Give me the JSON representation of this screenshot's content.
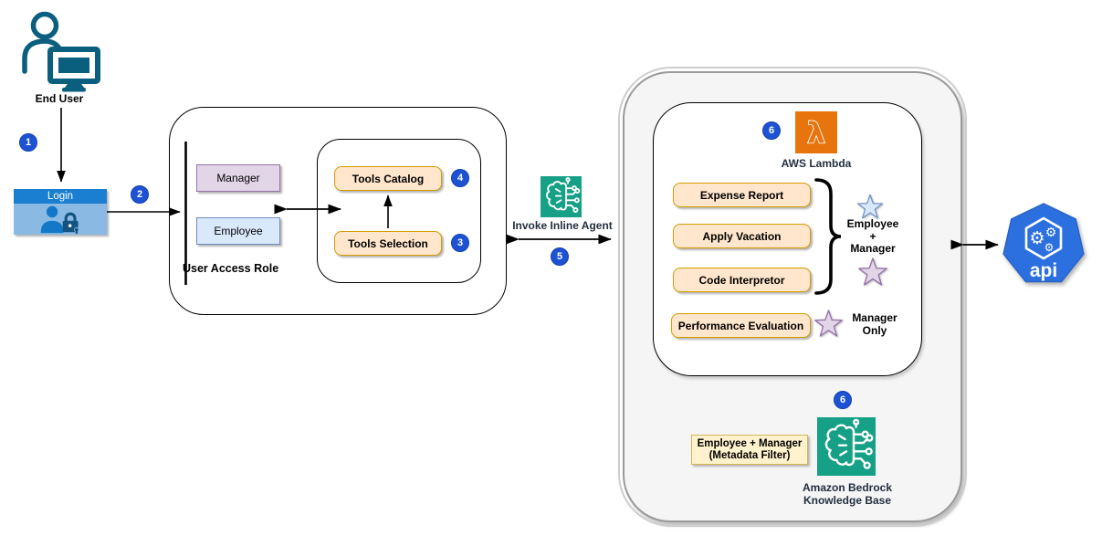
{
  "steps": {
    "s1": "1",
    "s2": "2",
    "s3": "3",
    "s4": "4",
    "s5": "5",
    "s6_lambda": "6",
    "s6_kb": "6"
  },
  "end_user": {
    "label": "End User"
  },
  "login": {
    "title": "Login"
  },
  "access": {
    "title": "User Access Role",
    "manager": "Manager",
    "employee": "Employee",
    "tools_catalog": "Tools Catalog",
    "tools_selection": "Tools Selection"
  },
  "invoke": {
    "label": "Invoke Inline Agent"
  },
  "lambda": {
    "title": "AWS Lambda",
    "tool_expense": "Expense Report",
    "tool_vacation": "Apply Vacation",
    "tool_code": "Code Interpretor",
    "both_roles_line1": "Employee",
    "both_roles_line2": "+",
    "both_roles_line3": "Manager",
    "tool_performance": "Performance Evaluation",
    "manager_only_line1": "Manager",
    "manager_only_line2": "Only"
  },
  "knowledge_base": {
    "filter_line1": "Employee + Manager",
    "filter_line2": "(Metadata Filter)",
    "title_line1": "Amazon Bedrock",
    "title_line2": "Knowledge Base"
  },
  "api": {
    "label": "api"
  },
  "icons": {
    "end_user": "person-at-monitor-icon",
    "login": "user-lock-icon",
    "invoke_agent": "bedrock-agent-icon",
    "lambda": "aws-lambda-icon",
    "knowledge_base": "bedrock-knowledge-base-icon",
    "api": "api-heptagon-icon",
    "employee_star": "blue-star-icon",
    "manager_star": "purple-star-icon"
  },
  "colors": {
    "badge_blue": "#1D52D3",
    "lambda_orange": "#E8740E",
    "bedrock_teal": "#16A085",
    "api_blue": "#2C70DF",
    "end_user_teal": "#0B5F7E",
    "manager_fill": "#E1D5E7",
    "manager_border": "#9673A6",
    "employee_fill": "#DAE8FC",
    "employee_border": "#6C8EBF",
    "tool_fill": "#FFE6CC",
    "tool_border": "#D79B00",
    "filter_fill": "#FFF2CC",
    "filter_border": "#D6B656",
    "login_header": "#1A7FD0",
    "login_body": "#8ABAE4"
  }
}
